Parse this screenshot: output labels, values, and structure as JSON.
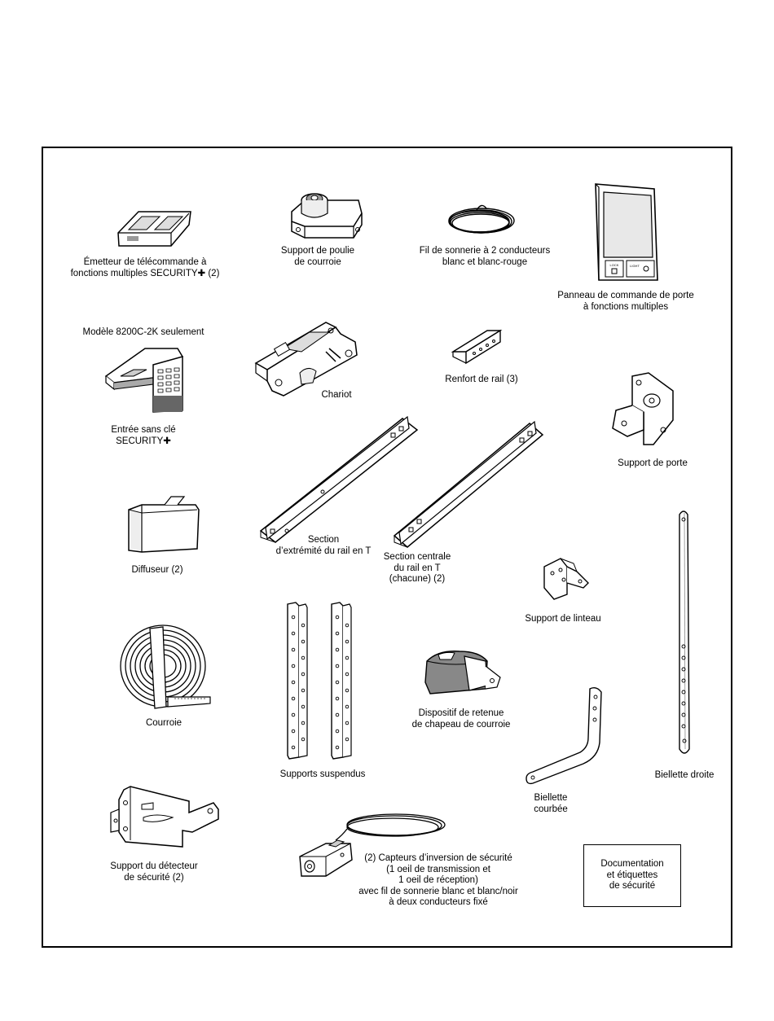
{
  "parts": {
    "remote": {
      "lines": [
        "Émetteur de télécommande à",
        "fonctions multiples SECURITY✚ (2)"
      ]
    },
    "pulley_bracket": {
      "lines": [
        "Support de poulie",
        "de courroie"
      ]
    },
    "bell_wire": {
      "lines": [
        "Fil de sonnerie à 2 conducteurs",
        "blanc et blanc-rouge"
      ]
    },
    "door_control": {
      "lines": [
        "Panneau de commande de porte",
        "à fonctions multiples"
      ],
      "button_lock": "LOCK",
      "button_light": "LIGHT"
    },
    "keyless_model_note": "Modèle 8200C-2K seulement",
    "keyless": {
      "lines": [
        "Entrée sans clé",
        "SECURITY✚"
      ]
    },
    "trolley": {
      "lines": [
        "Chariot"
      ]
    },
    "rail_brace": {
      "lines": [
        "Renfort de rail (3)"
      ]
    },
    "door_bracket": {
      "lines": [
        "Support de porte"
      ]
    },
    "diffuser": {
      "lines": [
        "Diffuseur (2)"
      ]
    },
    "end_rail": {
      "lines": [
        "Section",
        "d’extrémité du rail en T"
      ]
    },
    "center_rail": {
      "lines": [
        "Section centrale",
        "du rail en T",
        "(chacune) (2)"
      ]
    },
    "header_bracket": {
      "lines": [
        "Support de linteau"
      ]
    },
    "belt": {
      "lines": [
        "Courroie"
      ]
    },
    "hanging_brackets": {
      "lines": [
        "Supports suspendus"
      ]
    },
    "belt_cap": {
      "lines": [
        "Dispositif de retenue",
        "de chapeau de courroie"
      ]
    },
    "straight_arm": {
      "lines": [
        "Biellette droite"
      ]
    },
    "curved_arm": {
      "lines": [
        "Biellette",
        "courbée"
      ]
    },
    "sensor_bracket": {
      "lines": [
        "Support du détecteur",
        "de sécurité (2)"
      ]
    },
    "safety_sensors": {
      "lines": [
        "(2) Capteurs d’inversion de sécurité",
        "(1 oeil de transmission et",
        "1 oeil de réception)",
        "avec fil de sonnerie blanc et blanc/noir",
        "à deux conducteurs fixé"
      ]
    },
    "documentation": {
      "lines": [
        "Documentation",
        "et étiquettes",
        "de sécurité"
      ]
    }
  }
}
